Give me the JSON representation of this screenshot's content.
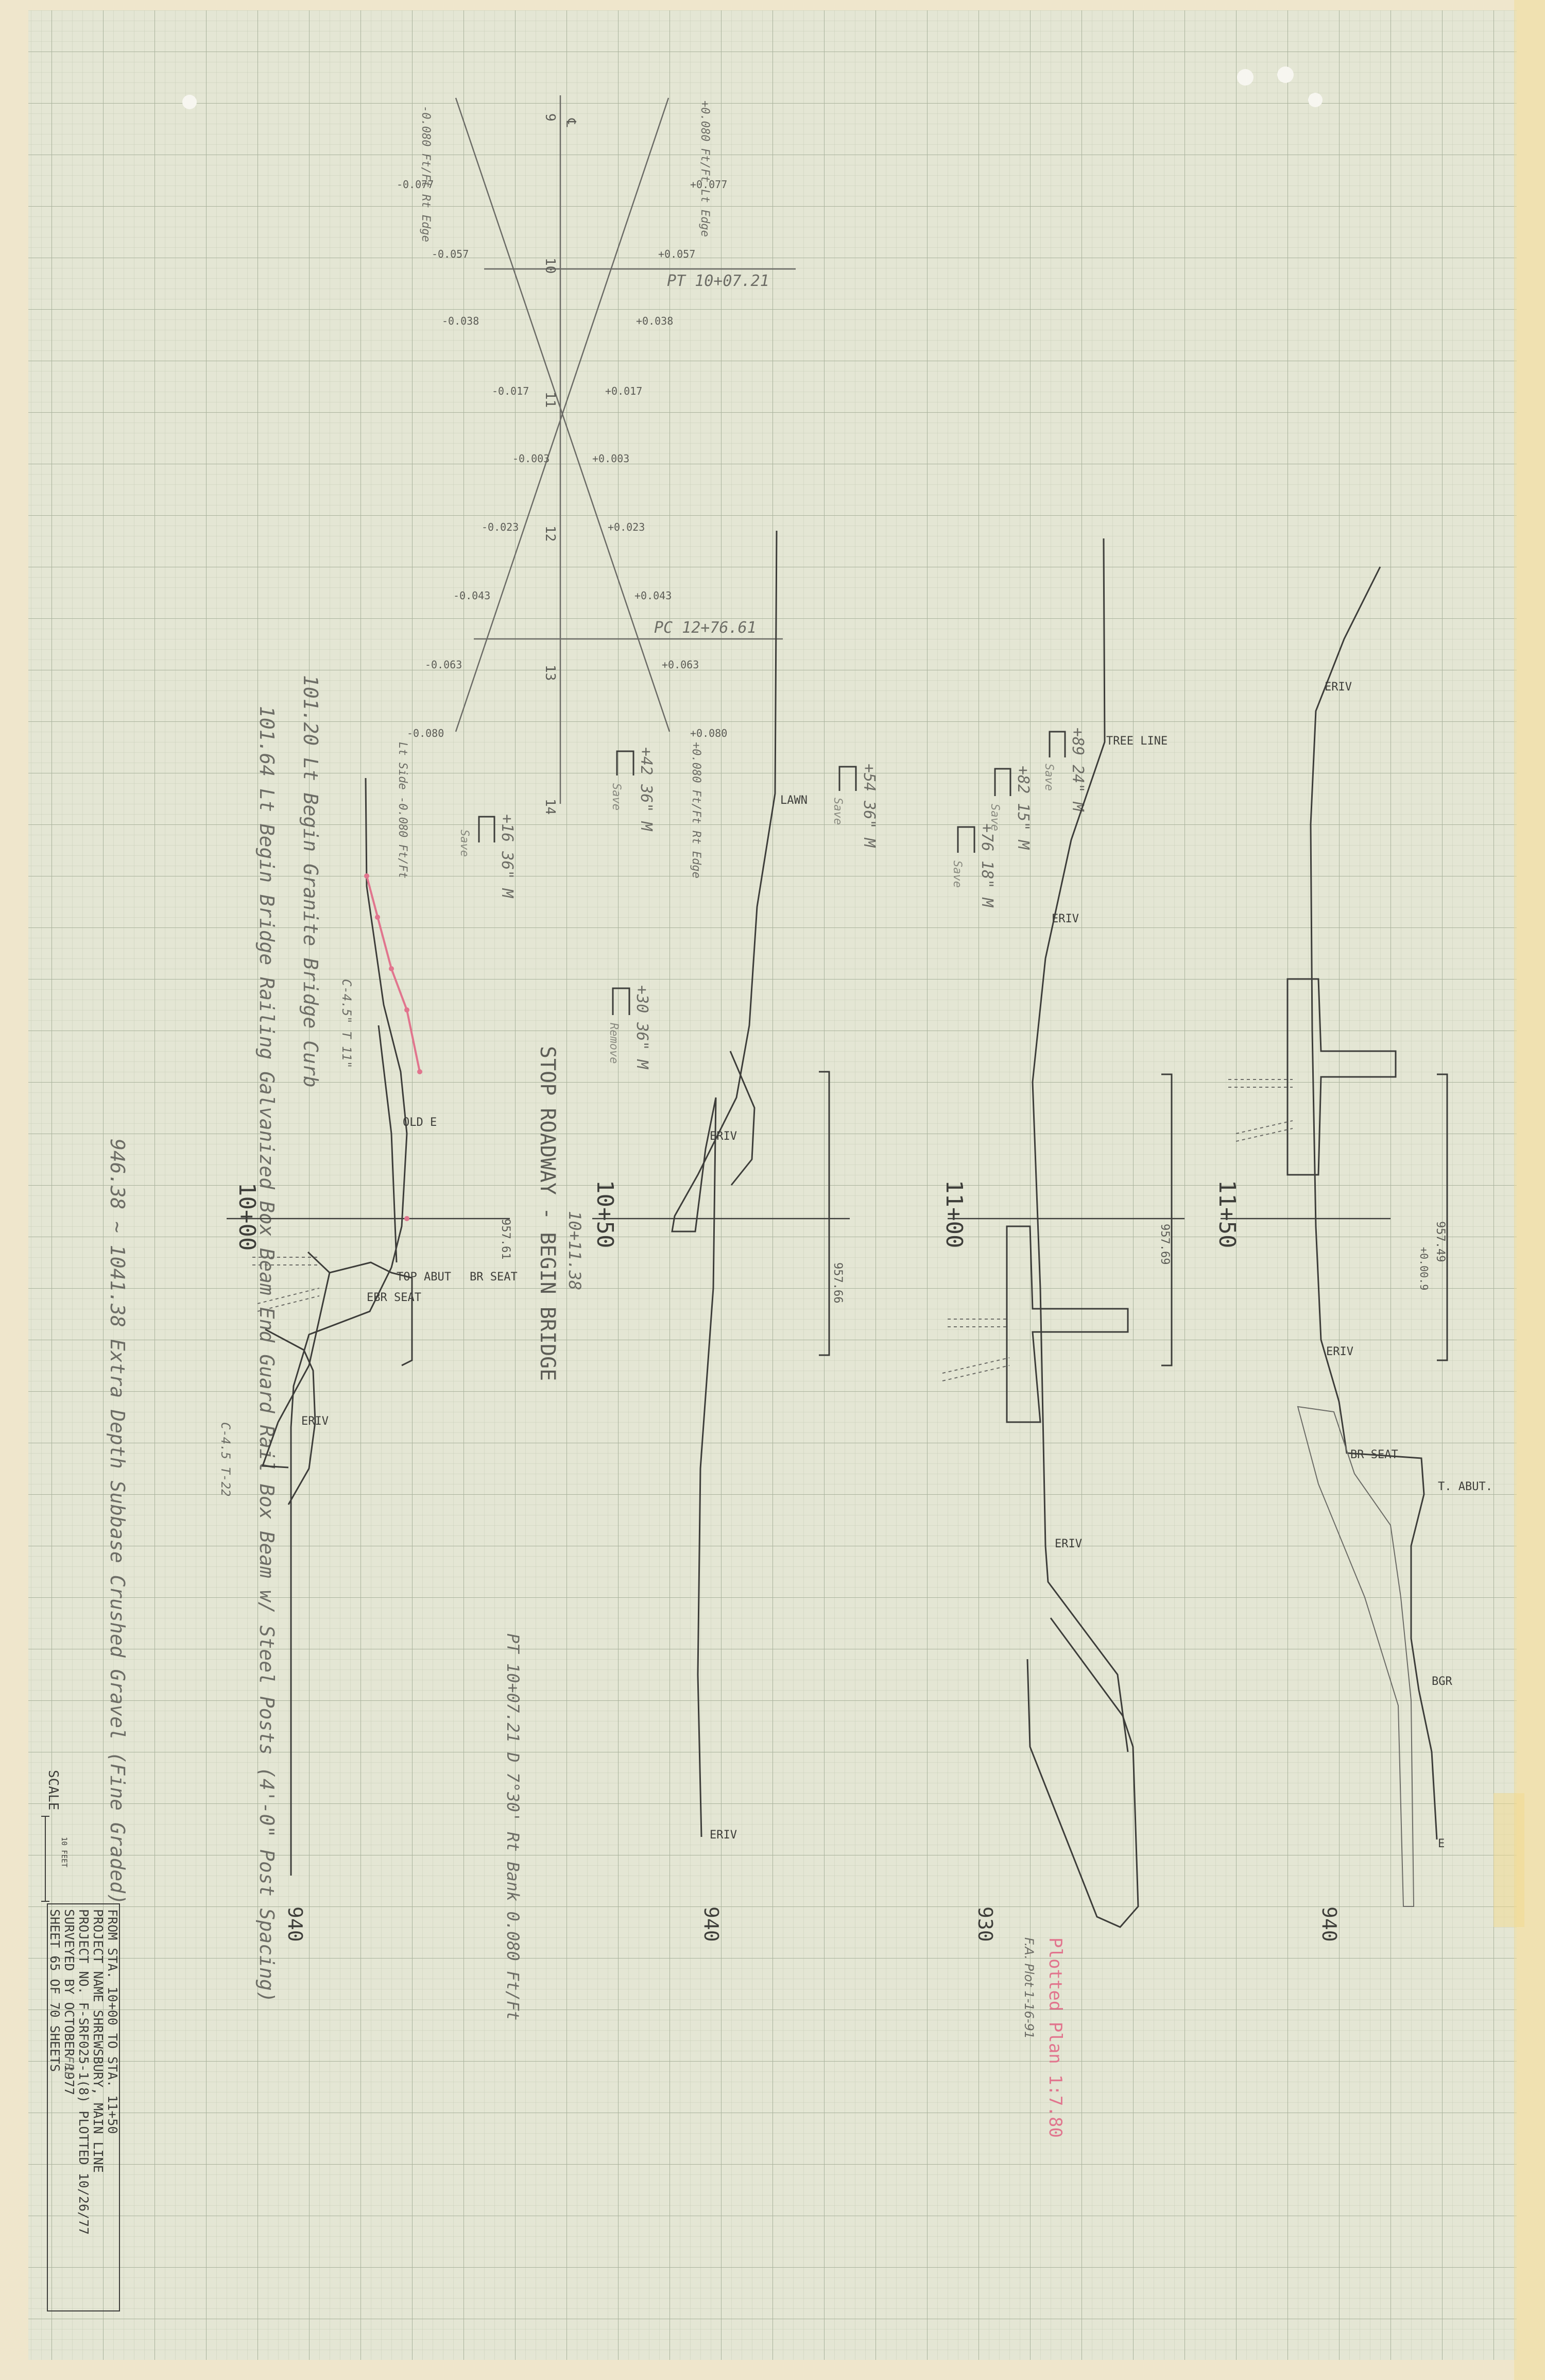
{
  "colors": {
    "paper": "#e4e6d4",
    "margin": "#efe6cc",
    "grid_minor": "#c7cdb9",
    "grid_major": "#a9b29c",
    "pencil": "#3d3d3a",
    "red_pencil": "#e1758e"
  },
  "superelevation": {
    "centerline_marks": [
      "9",
      "10",
      "11",
      "12",
      "13",
      "14"
    ],
    "cl_glyph": "℄",
    "left_values": [
      "-0.077",
      "-0.057",
      "-0.038",
      "-0.017",
      "-0.003",
      "-0.023",
      "-0.043",
      "-0.063",
      "-0.080"
    ],
    "right_values": [
      "+0.077",
      "+0.057",
      "+0.038",
      "+0.017",
      "+0.003",
      "+0.023",
      "+0.043",
      "+0.063",
      "+0.080"
    ],
    "top_left_label": "-0.080 Ft/Ft Rt Edge",
    "top_right_label": "+0.080 Ft/Ft Lt Edge",
    "bottom_left_label": "Lt Side -0.080 Ft/Ft",
    "bottom_right_label": "+0.080 Ft/Ft Rt Edge",
    "pt_label": "PT 10+07.21",
    "pc_label": "PC 12+76.61"
  },
  "tree_symbols": [
    {
      "size": "+16  36\" M",
      "note": "Save"
    },
    {
      "size": "+42  36\" M",
      "note": "Save"
    },
    {
      "size": "+30  36\" M",
      "note": "Remove"
    },
    {
      "size": "+54  36\" M",
      "note": "Save"
    },
    {
      "size": "+89  24\" M",
      "note": "Save"
    },
    {
      "size": "+82  15\" M",
      "note": "Save"
    },
    {
      "size": "+76  18\" M",
      "note": "Save"
    }
  ],
  "notes": {
    "curb": "101.20 Lt Begin Granite Bridge Curb",
    "railing": "101.64 Lt Begin Bridge Railing Galvanized Box Beam End Guard Rail Box Beam w/ Steel Posts (4'-0\" Post Spacing)",
    "extra_depth": "946.38 ~ 1041.38 Extra Depth Subbase Crushed Gravel (Fine Graded)",
    "stop_roadway": "STOP ROADWAY - BEGIN BRIDGE",
    "stop_station": "10+11.38",
    "curve_data": "PT 10+07.21 D 7°30' Rt Bank 0.080 Ft/Ft",
    "depth_note_1": "C-4.5\" T 11\"",
    "depth_note_2": "C-4.5 T-22"
  },
  "sections": [
    {
      "station": "10+00",
      "elevation_top": "957.61",
      "elevation_bottom": "940",
      "labels": [
        "OLD E",
        "TOP ABUT",
        "BR SEAT",
        "EBR SEAT",
        "ERIV"
      ]
    },
    {
      "station": "10+50",
      "elevation_top": "957.66",
      "elevation_bottom": "940",
      "labels": [
        "LAWN",
        "ERIV",
        "ERIV"
      ]
    },
    {
      "station": "11+00",
      "elevation_top": "957.69",
      "elevation_bottom": "930",
      "labels": [
        "TREE LINE",
        "ERIV",
        "ERIV"
      ]
    },
    {
      "station": "11+50",
      "elevation_top": "957.49",
      "elevation_offset": "+0.00.9",
      "elevation_bottom": "940",
      "labels": [
        "ERIV",
        "ERIV",
        "BR SEAT",
        "T. ABUT.",
        "BGR",
        "E"
      ]
    }
  ],
  "scale": {
    "label": "SCALE",
    "value": "10 FEET"
  },
  "title_block": {
    "line1": "FROM STA. 10+00                TO STA. 11+50",
    "line2": "PROJECT NAME     SHREWSBURY, MAIN LINE",
    "line3": "PROJECT NO.   F-SRF025-1(8) PLOTTED 10/26/77",
    "line4": "SURVEYED BY                    OCTOBER 1977",
    "line5": "SHEET 65 OF 70 SHEETS",
    "surveyor": "FRL"
  },
  "plotted_note": "Plotted Plan 1:7.80",
  "plotted_subnote": "F.A.   Plot 1-16-91"
}
